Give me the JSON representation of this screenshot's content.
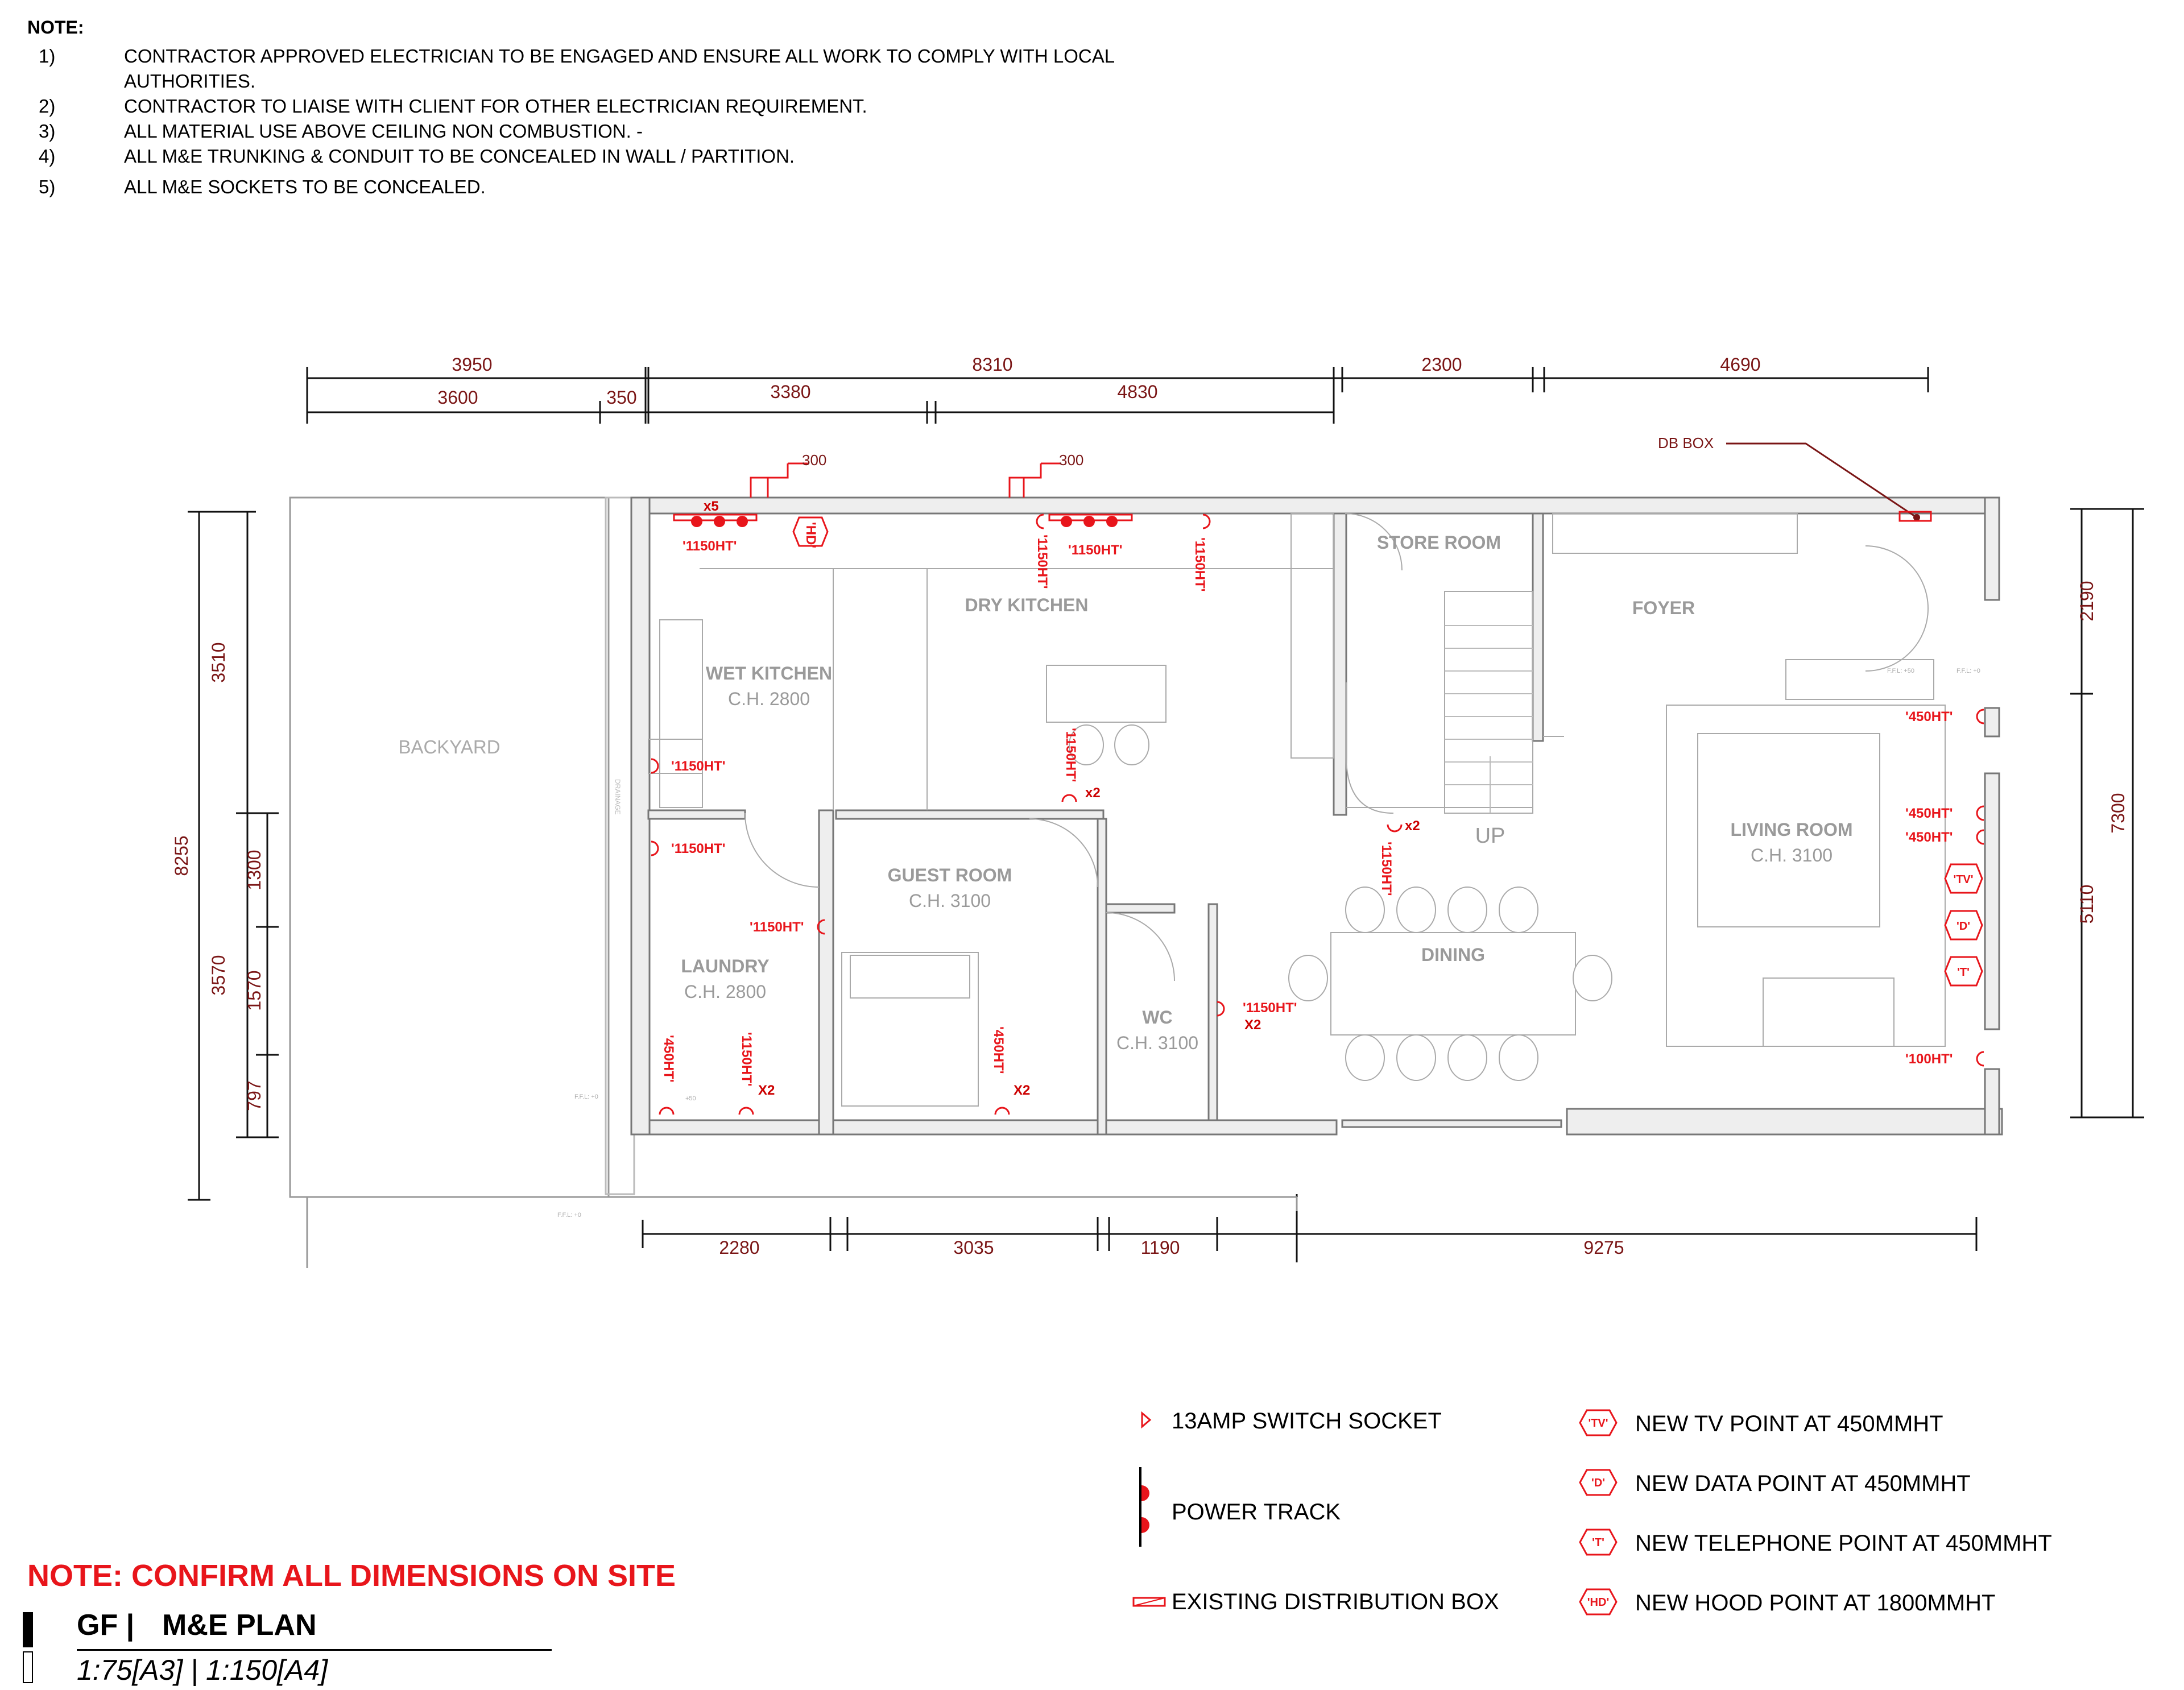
{
  "notes": {
    "heading": "NOTE:",
    "items": [
      {
        "num": "1)",
        "text": "CONTRACTOR APPROVED ELECTRICIAN TO BE ENGAGED AND ENSURE ALL WORK TO COMPLY WITH LOCAL"
      },
      {
        "num": "",
        "text": "AUTHORITIES."
      },
      {
        "num": "2)",
        "text": "CONTRACTOR TO LIAISE WITH CLIENT FOR OTHER ELECTRICIAN REQUIREMENT."
      },
      {
        "num": "3)",
        "text": "ALL MATERIAL USE ABOVE CEILING NON COMBUSTION. -"
      },
      {
        "num": "4)",
        "text": "ALL M&E TRUNKING & CONDUIT TO BE CONCEALED IN WALL / PARTITION."
      },
      {
        "num": "5)",
        "text": "ALL M&E SOCKETS TO BE CONCEALED."
      }
    ]
  },
  "dimensions": {
    "top_outer": [
      "3950",
      "8310",
      "2300",
      "4690"
    ],
    "top_inner": [
      "3600",
      "350",
      "3380",
      "4830"
    ],
    "bottom": [
      "2280",
      "3035",
      "1190",
      "9275"
    ],
    "left_outer": "8255",
    "left_mid": [
      "3510",
      "3570"
    ],
    "left_inner": [
      "1300",
      "1570",
      "797"
    ],
    "right_outer": "7300",
    "right_mid": [
      "2190",
      "5110"
    ],
    "hood_offsets": [
      "300",
      "300"
    ]
  },
  "rooms": {
    "backyard": {
      "name": "BACKYARD"
    },
    "wet_kitchen": {
      "name": "WET KITCHEN",
      "ch": "C.H. 2800"
    },
    "dry_kitchen": {
      "name": "DRY KITCHEN"
    },
    "store_room": {
      "name": "STORE ROOM"
    },
    "foyer": {
      "name": "FOYER"
    },
    "guest_room": {
      "name": "GUEST ROOM",
      "ch": "C.H. 3100"
    },
    "laundry": {
      "name": "LAUNDRY",
      "ch": "C.H. 2800"
    },
    "wc": {
      "name": "WC",
      "ch": "C.H. 3100"
    },
    "dining": {
      "name": "DINING"
    },
    "living_room": {
      "name": "LIVING ROOM",
      "ch": "C.H. 3100"
    },
    "stair": {
      "name": "UP"
    }
  },
  "annotations": {
    "db_box": "DB BOX",
    "drainage": "DRAINAGE",
    "ffl_0": "F.F.L: +0",
    "ffl_50": "F.F.L: +50",
    "ffl_50_small": "+50",
    "socket_labels": {
      "wk_top": "'1150HT'",
      "wk_top_count": "x5",
      "hd": "'HD'",
      "dk_vert": "'1150HT'",
      "dk_top": "'1150HT'",
      "dk_right_vert": "'1150HT'",
      "wk_side": "'1150HT'",
      "dk_island": "'1150HT'",
      "dk_island_count": "x2",
      "laundry_top": "'1150HT'",
      "laundry_mid": "'1150HT'",
      "laundry_450": "'450HT'",
      "laundry_1150": "'1150HT'",
      "laundry_count": "X2",
      "guest_450": "'450HT'",
      "guest_count": "X2",
      "wc_1150": "'1150HT'",
      "wc_count": "X2",
      "dining_1150": "'1150HT'",
      "dining_count": "x2",
      "living_450_a": "'450HT'",
      "living_450_b": "'450HT'",
      "living_450_c": "'450HT'",
      "living_100": "'100HT'",
      "tv": "'TV'",
      "d": "'D'",
      "t": "'T'"
    }
  },
  "legend": {
    "switch_socket": "13AMP SWITCH SOCKET",
    "power_track": "POWER TRACK",
    "distribution_box": "EXISTING DISTRIBUTION BOX",
    "tv_tag": "'TV'",
    "tv": "NEW TV POINT AT 450MMHT",
    "data_tag": "'D'",
    "data": "NEW DATA POINT AT 450MMHT",
    "tel_tag": "'T'",
    "tel": "NEW TELEPHONE POINT AT 450MMHT",
    "hood_tag": "'HD'",
    "hood": "NEW HOOD POINT AT 1800MMHT"
  },
  "confirm_note": "NOTE: CONFIRM ALL DIMENSIONS ON SITE",
  "title_block": {
    "level": "GF |",
    "title": "M&E PLAN",
    "scale": "1:75[A3]  |  1:150[A4]"
  },
  "colors": {
    "accent": "#e8151b",
    "dim": "#7a1515",
    "furniture": "#b8b8b8"
  }
}
